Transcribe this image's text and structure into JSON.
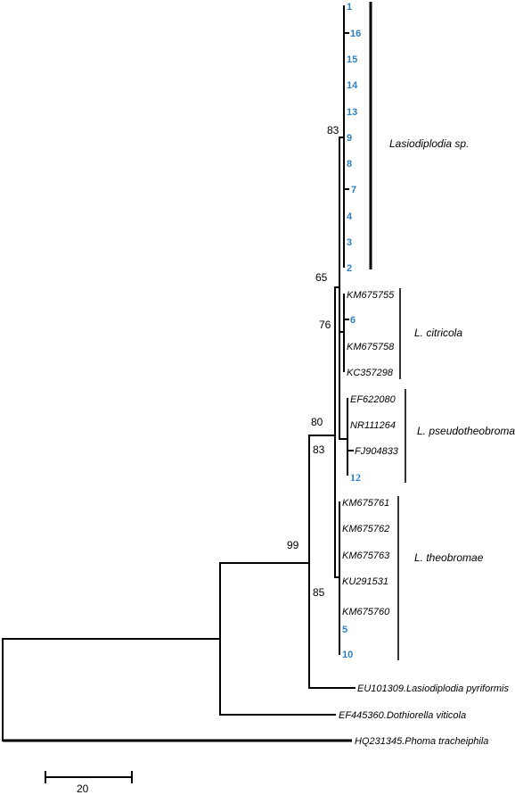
{
  "tree": {
    "lasiodiplodia_sp_samples": [
      "1",
      "16",
      "15",
      "14",
      "13",
      "9",
      "8",
      "7",
      "4",
      "3",
      "2"
    ],
    "citricola_taxa": [
      "KM675755",
      "6",
      "KM675758",
      "KC357298"
    ],
    "pseudotheobromae_taxa": [
      "EF622080",
      "NR111264",
      "FJ904833",
      "12"
    ],
    "theobromae_taxa": [
      "KM675761",
      "KM675762",
      "KM675763",
      "KU291531",
      "KM675760",
      "5",
      "10"
    ],
    "outgroups": [
      "EU101309.Lasiodiplodia pyriformis",
      "EF445360.Dothiorella viticola",
      "HQ231345.Phoma tracheiphila"
    ],
    "bootstrap": {
      "lasiodiplodia_sp": "83",
      "lasiodiplodia_main": "65",
      "citricola": "76",
      "pseudo_theo": "80",
      "pseudotheobromae": "83",
      "theobromae": "85",
      "genus": "99"
    },
    "clade_labels": {
      "lasiodiplodia_sp": "Lasiodiplodia sp.",
      "citricola": "L. citricola",
      "pseudotheobromae": "L. pseudotheobromae",
      "theobromae": "L. theobromae"
    },
    "scale_bar": {
      "label": "20"
    },
    "colors": {
      "sample": "#2e7fc1",
      "branch": "#000000"
    }
  }
}
